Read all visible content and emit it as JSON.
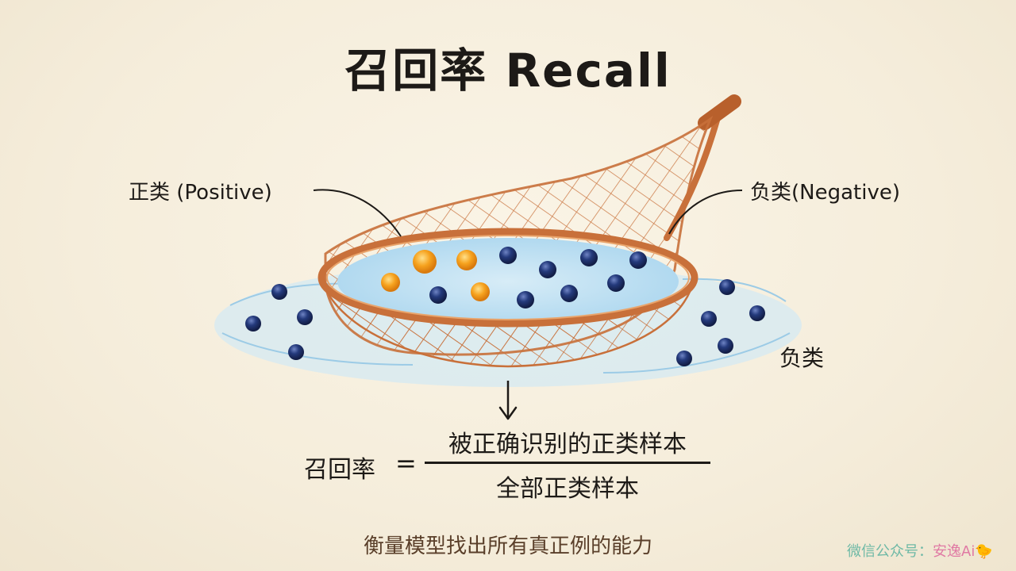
{
  "title": "召回率 Recall",
  "labels": {
    "positive": "正类 (Positive)",
    "negative_top": "负类(Negative)",
    "negative_bottom": "负类"
  },
  "formula": {
    "lhs": "召回率",
    "equals": "=",
    "numerator": "被正确识别的正类样本",
    "denominator": "全部正类样本"
  },
  "caption": "衡量模型找出所有真正例的能力",
  "watermark": {
    "prefix": "微信公众号：",
    "brand": "安逸Ai",
    "emoji": "🐤"
  },
  "colors": {
    "positive_ball": "#f6a21e",
    "negative_ball": "#1f2f6b",
    "net": "#c8703a",
    "water": "#a9d5ee"
  }
}
